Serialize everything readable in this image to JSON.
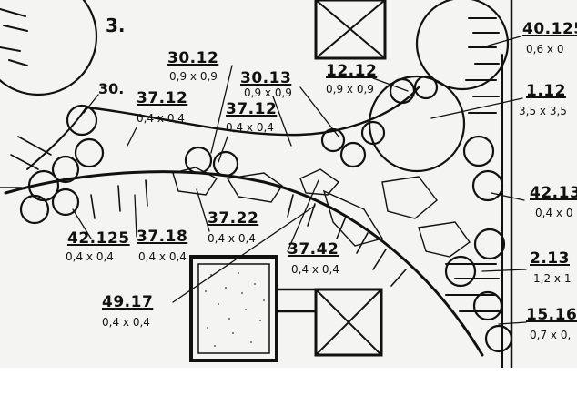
{
  "plan": {
    "section_marker": "3.",
    "point_marker": "30.",
    "plants": [
      {
        "code": "30.12",
        "size": "0,9 x 0,9"
      },
      {
        "code": "30.13",
        "size": "0,9 x 0,9"
      },
      {
        "code": "12.12",
        "size": "0,9 x 0,9"
      },
      {
        "code": "37.12",
        "size": "0,4 x 0,4"
      },
      {
        "code": "37.12",
        "size": "0,4 x 0,4"
      },
      {
        "code": "42.125",
        "size": "0,4 x 0,4"
      },
      {
        "code": "37.18",
        "size": "0,4 x 0,4"
      },
      {
        "code": "37.22",
        "size": "0,4 x 0,4"
      },
      {
        "code": "37.42",
        "size": "0,4 x 0,4"
      },
      {
        "code": "49.17",
        "size": "0,4 x 0,4"
      },
      {
        "code": "40.125",
        "size": "0,6 x 0"
      },
      {
        "code": "1.12",
        "size": "3,5 x 3,5"
      },
      {
        "code": "42.13",
        "size": "0,4 x 0"
      },
      {
        "code": "2.13",
        "size": "1,2 x 1"
      },
      {
        "code": "15.16",
        "size": "0,7 x 0,"
      }
    ]
  }
}
